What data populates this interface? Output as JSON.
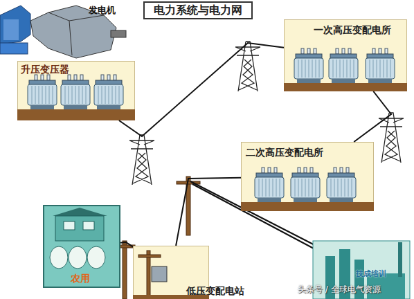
{
  "diagram": {
    "title": "电力系统与电力网",
    "nodes": [
      {
        "text": [
          "升压变压器"
        ]
      },
      {
        "text": [
          "一次高压变配电所"
        ]
      },
      {
        "text": [
          "二次高压变配电所"
        ]
      },
      {
        "text": [
          "低压变配电站"
        ]
      },
      {
        "text": [
          "农用"
        ]
      }
    ],
    "edges": [
      {
        "from": 0,
        "to": 1,
        "arrow": "none"
      },
      {
        "from": 1,
        "to": 2,
        "arrow": "none"
      },
      {
        "from": 2,
        "to": 3,
        "arrow": "none"
      },
      {
        "from": 3,
        "to": 4,
        "arrow": "none"
      }
    ],
    "labels": [
      "发电机",
      "头条号 / 全球电气资源",
      "技成培训"
    ]
  }
}
